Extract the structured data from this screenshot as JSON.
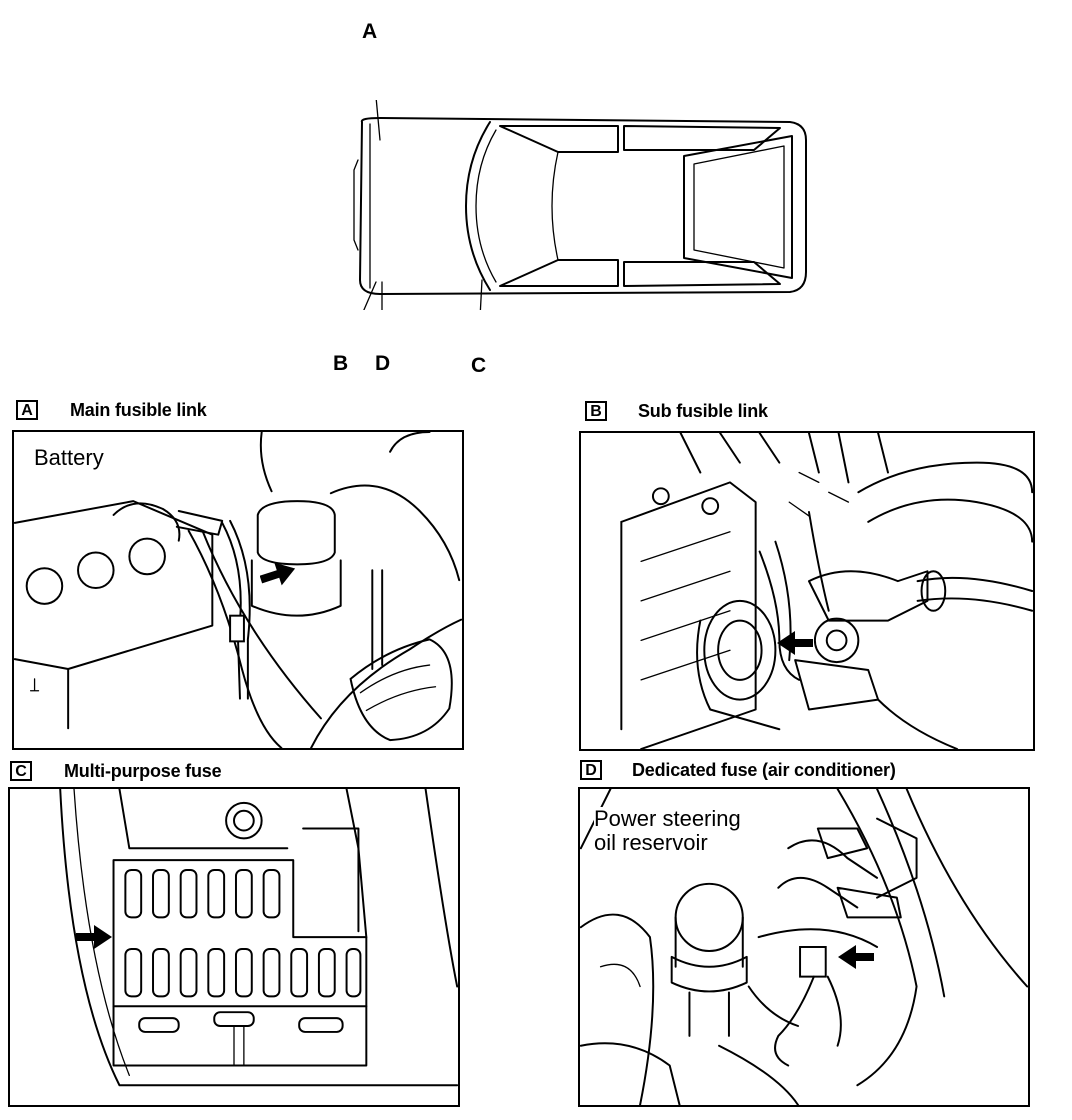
{
  "vehicle_view": {
    "callouts": {
      "a": "A",
      "b": "B",
      "c": "C",
      "d": "D"
    }
  },
  "sections": [
    {
      "letter": "A",
      "title": "Main fusible link",
      "labels": [
        "Battery"
      ]
    },
    {
      "letter": "B",
      "title": "Sub fusible link",
      "labels": []
    },
    {
      "letter": "C",
      "title": "Multi-purpose fuse",
      "labels": []
    },
    {
      "letter": "D",
      "title": "Dedicated fuse (air conditioner)",
      "labels": [
        "Power steering",
        "oil reservoir"
      ]
    }
  ],
  "icons": {
    "pointer": "arrow-right-icon"
  }
}
